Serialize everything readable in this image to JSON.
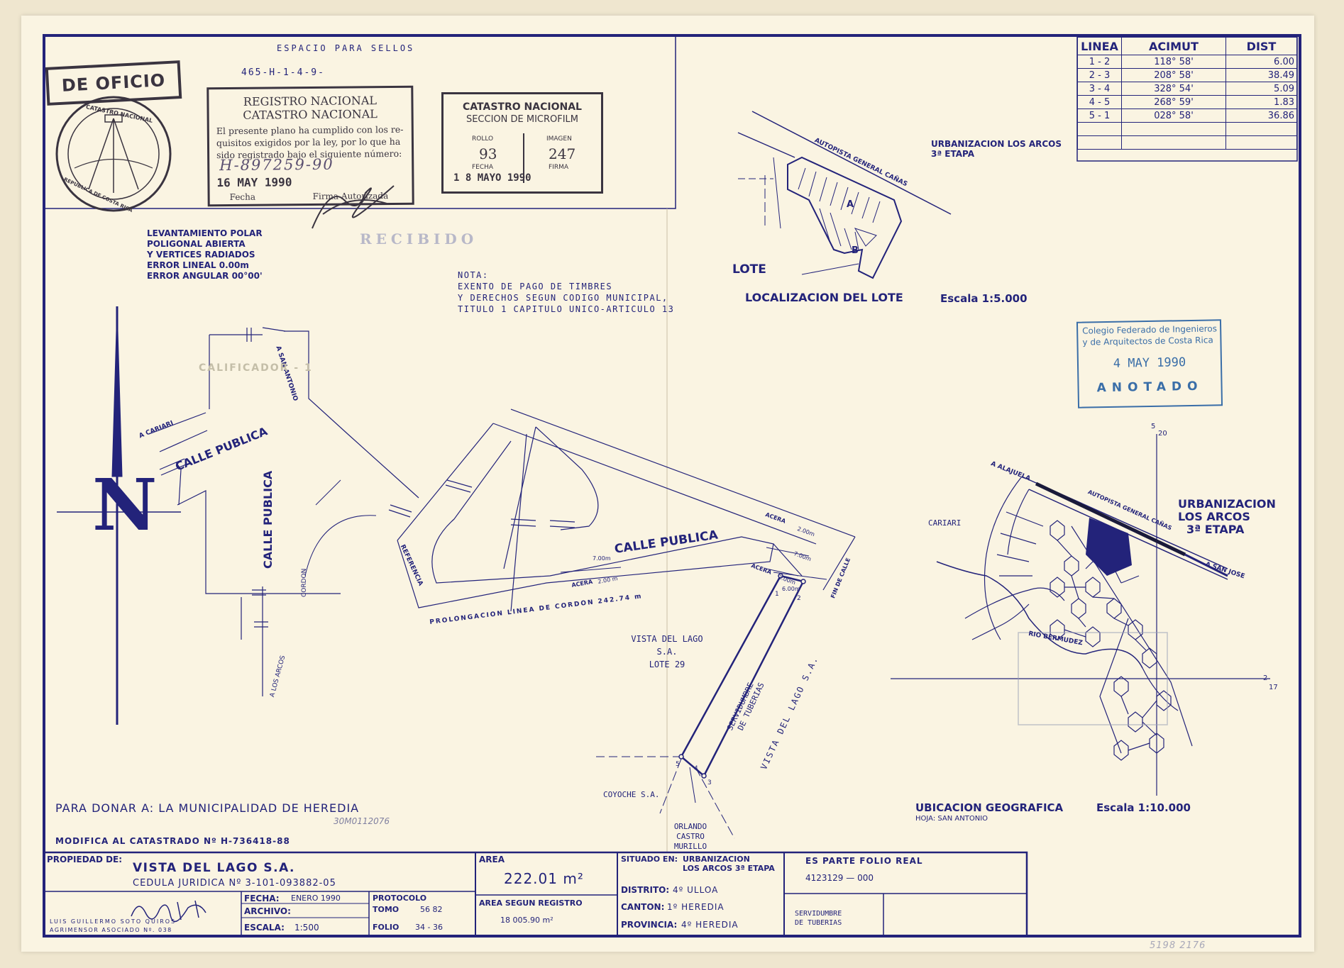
{
  "stamps": {
    "espacio_sellos": "ESPACIO PARA SELLOS",
    "ref_number": "465-H-1-4-9-",
    "de_oficio": "DE OFICIO",
    "seal_top": "CATASTRO NACIONAL",
    "seal_bottom": "REPUBLICA DE COSTA RICA",
    "registro": {
      "title1": "REGISTRO NACIONAL",
      "title2": "CATASTRO NACIONAL",
      "body1": "El presente plano ha cumplido con los re-",
      "body2": "quisitos exigidos por la ley, por lo que ha",
      "body3": "sido registrado bajo el siguiente número:",
      "number": "H-897259-90",
      "date": "16 MAY 1990",
      "fecha_label": "Fecha",
      "firma_label": "Firma Autorizada"
    },
    "microfilm": {
      "title1": "CATASTRO NACIONAL",
      "title2": "SECCION DE MICROFILM",
      "rollo_label": "ROLLO",
      "imagen_label": "IMAGEN",
      "rollo": "93",
      "imagen": "247",
      "fecha_label": "FECHA",
      "firma_label": "FIRMA",
      "date": "1 8 MAYO 1990"
    },
    "recibido": "RECIBIDO",
    "colegio": {
      "line1": "Colegio Federado de Ingenieros",
      "line2": "y de Arquitectos de Costa Rica",
      "date": "4 MAY 1990",
      "anotado": "ANOTADO"
    }
  },
  "survey_notes": [
    "LEVANTAMIENTO POLAR",
    "POLIGONAL ABIERTA",
    "Y VERTICES RADIADOS",
    "ERROR LINEAL 0.00m",
    "ERROR ANGULAR 00°00'"
  ],
  "nota": [
    "NOTA:",
    "EXENTO DE PAGO DE TIMBRES",
    "Y DERECHOS SEGUN CODIGO MUNICIPAL,",
    "TITULO 1 CAPITULO UNICO-ARTICULO 13"
  ],
  "azimuth_table": {
    "headers": [
      "LINEA",
      "ACIMUT",
      "DIST"
    ],
    "rows": [
      [
        "1 - 2",
        "118° 58'",
        "6.00"
      ],
      [
        "2 - 3",
        "208° 58'",
        "38.49"
      ],
      [
        "3 - 4",
        "328° 54'",
        "5.09"
      ],
      [
        "4 - 5",
        "268° 59'",
        "1.83"
      ],
      [
        "5 - 1",
        "028° 58'",
        "36.86"
      ]
    ]
  },
  "location_map": {
    "autopista": "AUTOPISTA GENERAL CAÑAS",
    "urbanizacion1": "URBANIZACION LOS ARCOS",
    "urbanizacion2": "3ª ETAPA",
    "lote_label": "LOTE",
    "marker_a": "A",
    "marker_b": "B",
    "title": "LOCALIZACION DEL LOTE",
    "scale": "Escala 1:5.000"
  },
  "main_plan": {
    "north": "N",
    "a_cariari": "A CARIARI",
    "a_san_antonio": "A SAN ANTONIO",
    "a_los_arcos": "A LOS ARCOS",
    "calle_publica_1": "CALLE PUBLICA",
    "calle_publica_2": "CALLE PUBLICA",
    "calle_publica_3": "CALLE PUBLICA",
    "cordon": "CORDON",
    "referencia": "REFERENCIA",
    "prolongacion": "PROLONGACION LINEA DE CORDON 242.74 m",
    "acera": "ACERA",
    "acera_2": "ACERA",
    "acera_3": "ACERA",
    "dim_200": "2.00m",
    "dim_200b": "2.00 m",
    "dim_200c": "2.00m",
    "dim_700": "7.00m",
    "dim_700b": "7.00m",
    "dim_600": "6.00m",
    "fin_de_calle": "FIN DE CALLE",
    "vista_lago_lote": [
      "VISTA DEL LAGO",
      "S.A.",
      "LOTE 29"
    ],
    "servidumbre": [
      "SERVIDUMBRE",
      "DE TUBERIAS"
    ],
    "vista_lago_sa": "VISTA DEL LAGO S.A.",
    "coyoche": "COYOCHE S.A.",
    "orlando": [
      "ORLANDO",
      "CASTRO",
      "MURILLO"
    ],
    "v1": "1",
    "v2": "2",
    "v3": "3",
    "v4": "4",
    "v5": "5",
    "calificador": "CALIFICADOR - 1"
  },
  "geo_map": {
    "a_alajuela": "A ALAJUELA",
    "autopista": "AUTOPISTA GENERAL CAÑAS",
    "cariari": "CARIARI",
    "urbanizacion": [
      "URBANIZACION",
      "LOS ARCOS",
      "3ª ETAPA"
    ],
    "a_san_jose": "A SAN JOSE",
    "rio": "RIO BERMUDEZ",
    "grid_5": "5",
    "grid_20": "20",
    "grid_2": "2",
    "grid_17": "17",
    "title": "UBICACION GEOGRAFICA",
    "scale": "Escala 1:10.000",
    "hoja": "HOJA: SAN ANTONIO"
  },
  "donar": "PARA DONAR A: LA MUNICIPALIDAD DE HEREDIA",
  "handwritten_note": "30M0112076",
  "modifica": "MODIFICA AL CATASTRADO Nº H-736418-88",
  "title_block": {
    "propiedad_label": "PROPIEDAD DE:",
    "propietario": "VISTA DEL LAGO S.A.",
    "cedula": "CEDULA JURIDICA Nº 3-101-093882-05",
    "area_label": "AREA",
    "area": "222.01 m²",
    "area_registro_label": "AREA SEGUN REGISTRO",
    "area_registro": "18 005.90 m²",
    "situado_label": "SITUADO EN:",
    "situado": "URBANIZACION",
    "situado2": "LOS ARCOS 3ª ETAPA",
    "distrito_label": "DISTRITO:",
    "distrito": "4º ULLOA",
    "canton_label": "CANTON:",
    "canton": "1º HEREDIA",
    "provincia_label": "PROVINCIA:",
    "provincia": "4º HEREDIA",
    "folio_real_label": "ES PARTE FOLIO REAL",
    "folio_real": "4123129 — 000",
    "servidumbre": [
      "SERVIDUMBRE",
      "DE TUBERIAS"
    ],
    "agrimensor1": "LUIS GUILLERMO SOTO QUIROS",
    "agrimensor2": "AGRIMENSOR ASOCIADO Nº. 038",
    "fecha_label": "FECHA:",
    "fecha": "ENERO 1990",
    "archivo_label": "ARCHIVO:",
    "escala_label": "ESCALA:",
    "escala": "1:500",
    "protocolo_label": "PROTOCOLO",
    "tomo_label": "TOMO",
    "tomo": "56 82",
    "folio_label": "FOLIO",
    "folio": "34 - 36"
  },
  "corner_note": "5198 2176"
}
